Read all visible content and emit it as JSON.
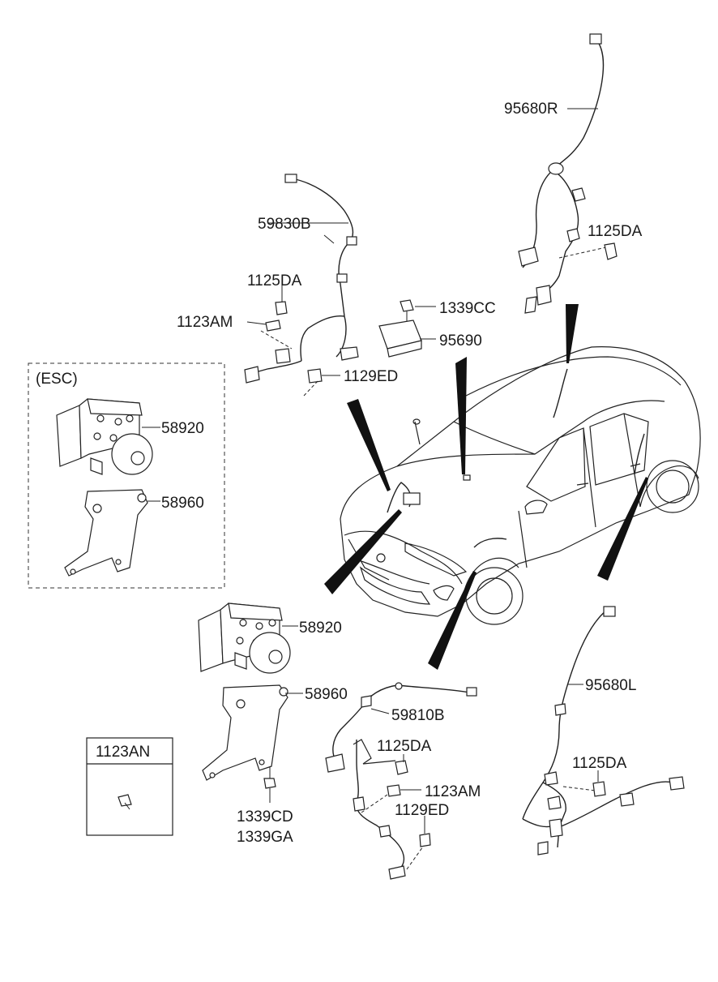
{
  "labels": {
    "p95680R": "95680R",
    "p59830B": "59830B",
    "p1125DA_a": "1125DA",
    "p1125DA_b": "1125DA",
    "p1123AM_a": "1123AM",
    "p1129ED_a": "1129ED",
    "p1339CC": "1339CC",
    "p95690": "95690",
    "esc": "(ESC)",
    "p58920_a": "58920",
    "p58960_a": "58960",
    "p58920_b": "58920",
    "p58960_b": "58960",
    "p1339CD": "1339CD",
    "p1339GA": "1339GA",
    "p1123AN": "1123AN",
    "p59810B": "59810B",
    "p1125DA_c": "1125DA",
    "p1123AM_b": "1123AM",
    "p1129ED_b": "1129ED",
    "p95680L": "95680L",
    "p1125DA_d": "1125DA"
  },
  "colors": {
    "line": "#222222",
    "background": "#ffffff",
    "wedge": "#111111"
  }
}
